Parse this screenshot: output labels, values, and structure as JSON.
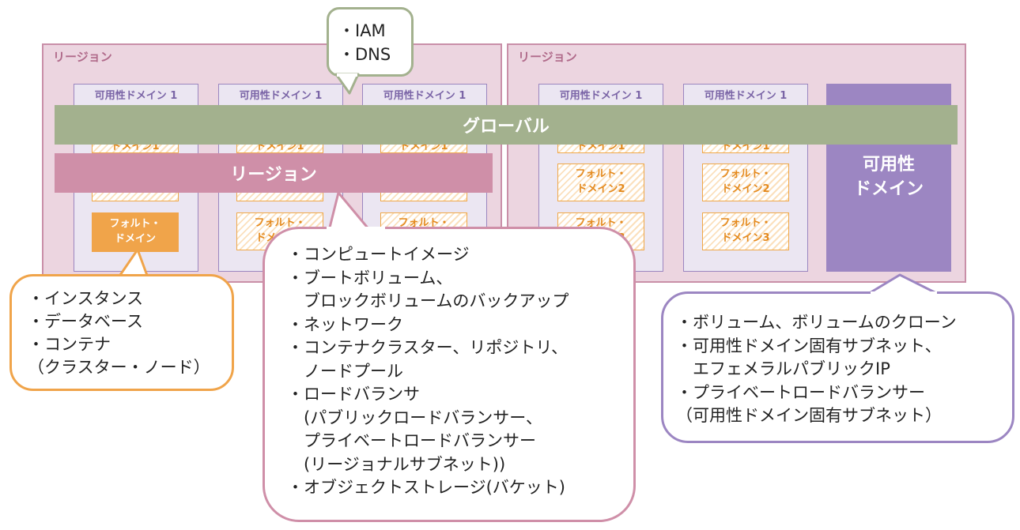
{
  "regions": [
    {
      "label": "リージョン"
    },
    {
      "label": "リージョン"
    }
  ],
  "availability_domains": [
    {
      "label": "可用性ドメイン 1"
    },
    {
      "label": "可用性ドメイン 1"
    },
    {
      "label": "可用性ドメイン 1"
    },
    {
      "label": "可用性ドメイン 1"
    },
    {
      "label": "可用性ドメイン 1"
    }
  ],
  "fault_domains": {
    "fd_label": "フォルト・\nドメイン",
    "fd2_label": "フォルト・\nドメイン2",
    "fd3_label": "フォルト・\nドメイン3",
    "fd1_label": "フォルト・\nドメイン1"
  },
  "bands": {
    "global": "グローバル",
    "region": "リージョン",
    "ad": "可用性\nドメイン"
  },
  "callouts": {
    "global": [
      "・IAM",
      "・DNS"
    ],
    "fault_domain": [
      "・インスタンス",
      "・データベース",
      "・コンテナ",
      "（クラスター・ノード）"
    ],
    "region": [
      "・コンピュートイメージ",
      "・ブートボリューム、",
      "　ブロックボリュームのバックアップ",
      "・ネットワーク",
      "・コンテナクラスター、リポジトリ、",
      "　ノードプール",
      "・ロードバランサ",
      "　(パブリックロードバランサー、",
      "　プライベートロードバランサー",
      "　(リージョナルサブネット))",
      "・オブジェクトストレージ(バケット)"
    ],
    "availability_domain": [
      "・ボリューム、ボリュームのクローン",
      "・可用性ドメイン固有サブネット、",
      "　エフェメラルパブリックIP",
      "・プライベートロードバランサー",
      "（可用性ドメイン固有サブネット）"
    ]
  },
  "colors": {
    "region_fill": "#ecd5e0",
    "region_border": "#c98fa8",
    "global_band": "#a3b18e",
    "region_band": "#cf8fa8",
    "ad_band": "#9c86c2",
    "fault_domain": "#f0a44a"
  }
}
